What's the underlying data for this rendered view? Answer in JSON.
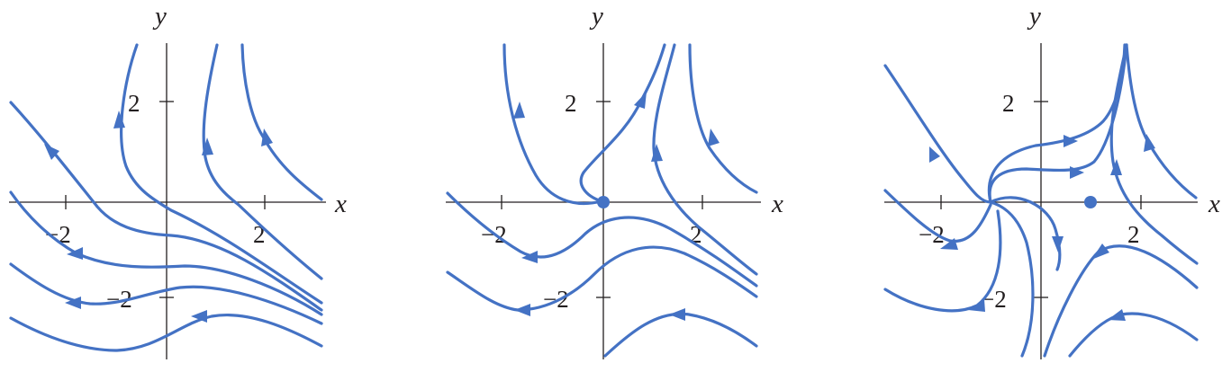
{
  "panels": [
    {
      "id": "left",
      "x_axis_label": "x",
      "y_axis_label": "y",
      "x_tick_labels": [
        "−2",
        "2"
      ],
      "y_tick_labels": [
        "2",
        "−2"
      ],
      "equilibria": []
    },
    {
      "id": "middle",
      "x_axis_label": "x",
      "y_axis_label": "y",
      "x_tick_labels": [
        "−2",
        "2"
      ],
      "y_tick_labels": [
        "2",
        "−2"
      ],
      "equilibria": [
        {
          "x": 0,
          "y": 0
        }
      ]
    },
    {
      "id": "right",
      "x_axis_label": "x",
      "y_axis_label": "y",
      "x_tick_labels": [
        "−2",
        "2"
      ],
      "y_tick_labels": [
        "2",
        "−2"
      ],
      "equilibria": [
        {
          "x": 1,
          "y": 0
        }
      ]
    }
  ],
  "colors": {
    "curve": "#4472c4",
    "axis": "#231f20"
  }
}
